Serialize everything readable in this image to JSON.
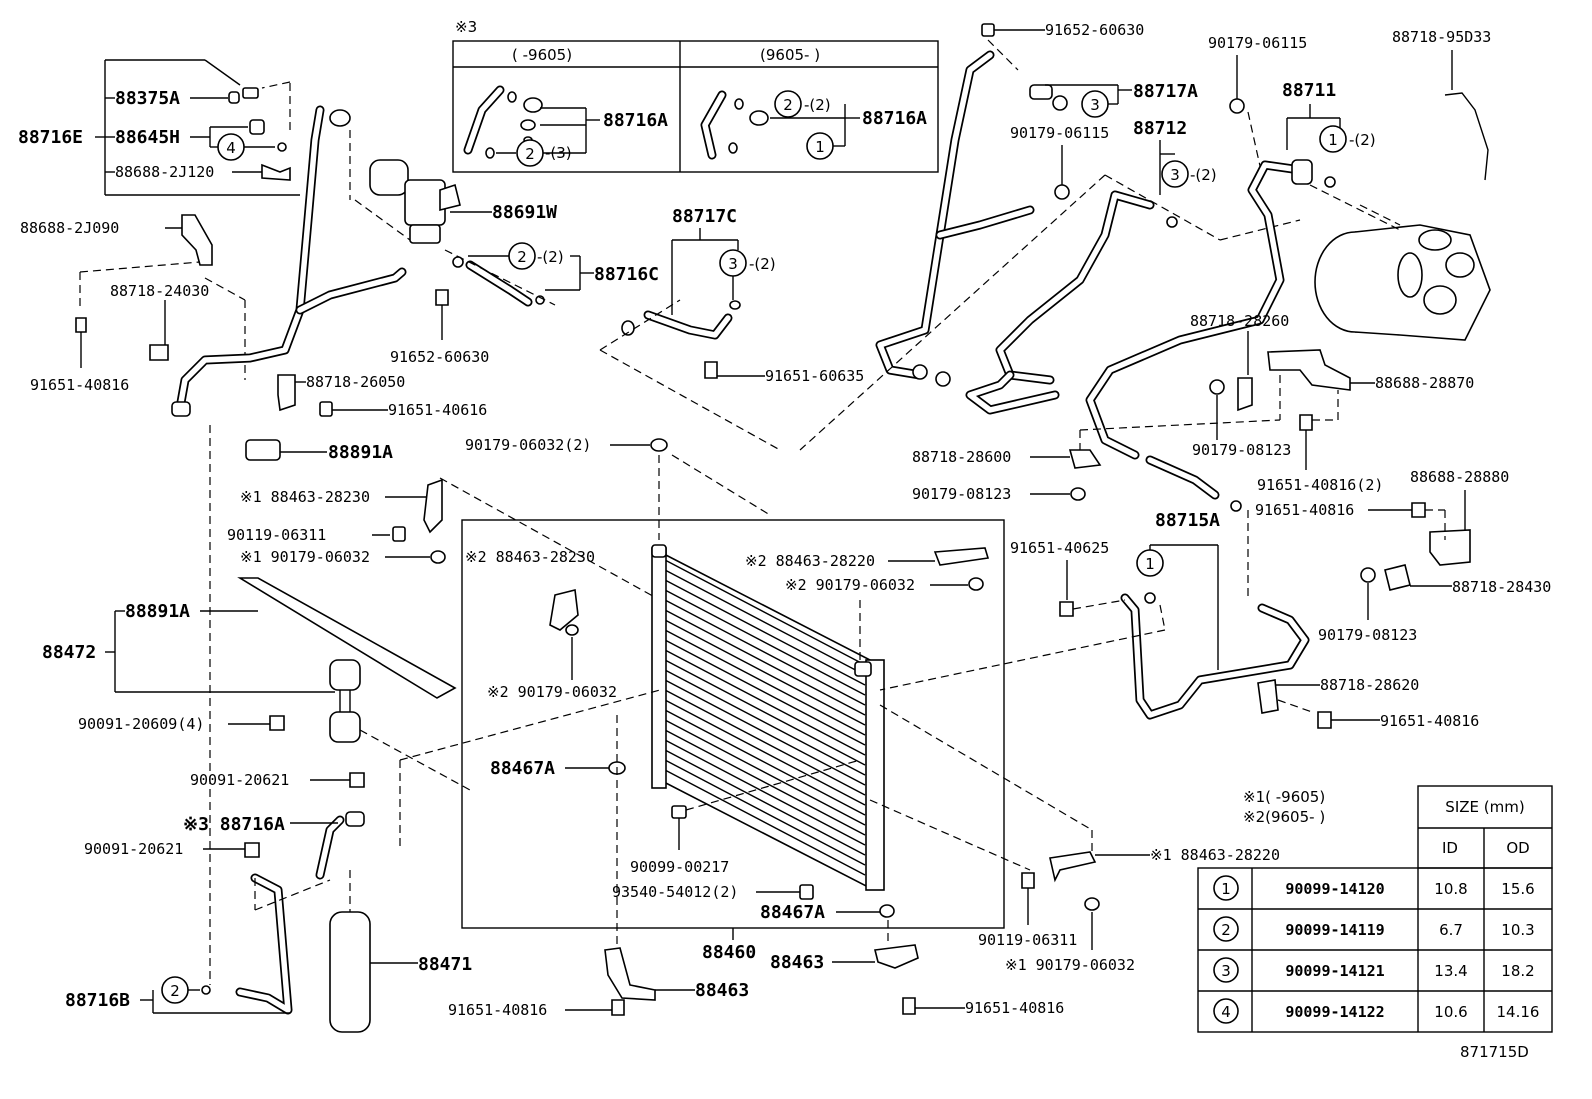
{
  "diagram_id": "871715D",
  "inset_box": {
    "note": "※3",
    "left_header": "(      -9605)",
    "right_header": "(9605-      )",
    "left_label": "88716A",
    "right_label": "88716A",
    "left_circles": [
      "2"
    ],
    "left_qty": "-(3)",
    "right_circles": [
      "2",
      "1"
    ],
    "right_qty": "-(2)"
  },
  "labels": {
    "l88716E": "88716E",
    "l88375A": "88375A",
    "l88645H": "88645H",
    "l88688_2J120": "88688-2J120",
    "l88688_2J090": "88688-2J090",
    "l88718_24030": "88718-24030",
    "l91651_40816_a": "91651-40816",
    "l88718_26050": "88718-26050",
    "l91651_40616": "91651-40616",
    "l88891A_a": "88891A",
    "l88691W": "88691W",
    "l88716C": "88716C",
    "l91652_60630_a": "91652-60630",
    "l88717C": "88717C",
    "l91651_60635": "91651-60635",
    "l90179_06032_2": "90179-06032(2)",
    "l88463_28230_1": "※1 88463-28230",
    "l90119_06311_a": "90119-06311",
    "l90179_06032_1": "※1 90179-06032",
    "l88463_28230_2": "※2 88463-28230",
    "l88463_28220_2": "※2 88463-28220",
    "l90179_06032_2b": "※2 90179-06032",
    "l90179_06032_2c": "※2 90179-06032",
    "l88891A_b": "88891A",
    "l88472": "88472",
    "l90091_20609": "90091-20609(4)",
    "l90091_20621_a": "90091-20621",
    "l88716A_3": "※3 88716A",
    "l90091_20621_b": "90091-20621",
    "l88716B": "88716B",
    "l88471": "88471",
    "l88467A_a": "88467A",
    "l90099_00217": "90099-00217",
    "l93540_54012": "93540-54012(2)",
    "l88467A_b": "88467A",
    "l88460": "88460",
    "l88463_a": "88463",
    "l88463_b": "88463",
    "l91651_40816_b": "91651-40816",
    "l91651_40816_c": "91651-40816",
    "l91652_60630_b": "91652-60630",
    "l88717A": "88717A",
    "l90179_06115_a": "90179-06115",
    "l90179_06115_b": "90179-06115",
    "l88712": "88712",
    "l88711": "88711",
    "l88718_95D33": "88718-95D33",
    "l88718_28260": "88718-28260",
    "l88688_28870": "88688-28870",
    "l90179_08123_a": "90179-08123",
    "l88718_28600": "88718-28600",
    "l90179_08123_b": "90179-08123",
    "l91651_40816_2": "91651-40816(2)",
    "l88688_28880": "88688-28880",
    "l88715A": "88715A",
    "l91651_40625": "91651-40625",
    "l91651_40816_d": "91651-40816",
    "l88718_28430": "88718-28430",
    "l90179_08123_c": "90179-08123",
    "l88718_28620": "88718-28620",
    "l91651_40816_e": "91651-40816",
    "l88463_28220_1": "※1 88463-28220",
    "l90119_06311_b": "90119-06311",
    "l90179_06032_1b": "※1 90179-06032",
    "q88711": "-(2)",
    "q88712": "-(2)",
    "q88716C": "-(2)",
    "q88717C": "-(2)"
  },
  "legend": {
    "note1": "※1(      -9605)",
    "note2": "※2(9605-      )",
    "size_header": "SIZE (mm)",
    "col_id": "ID",
    "col_od": "OD",
    "rows": [
      {
        "circle": "1",
        "part": "90099-14120",
        "id": "10.8",
        "od": "15.6"
      },
      {
        "circle": "2",
        "part": "90099-14119",
        "id": "6.7",
        "od": "10.3"
      },
      {
        "circle": "3",
        "part": "90099-14121",
        "id": "13.4",
        "od": "18.2"
      },
      {
        "circle": "4",
        "part": "90099-14122",
        "id": "10.6",
        "od": "14.16"
      }
    ]
  },
  "circles": {
    "c88645H": "4",
    "c88716C": "2",
    "c88717C": "3",
    "c88717A": "3",
    "c88712": "3",
    "c88711": "1",
    "c88715A": "1",
    "c88716B": "2"
  }
}
